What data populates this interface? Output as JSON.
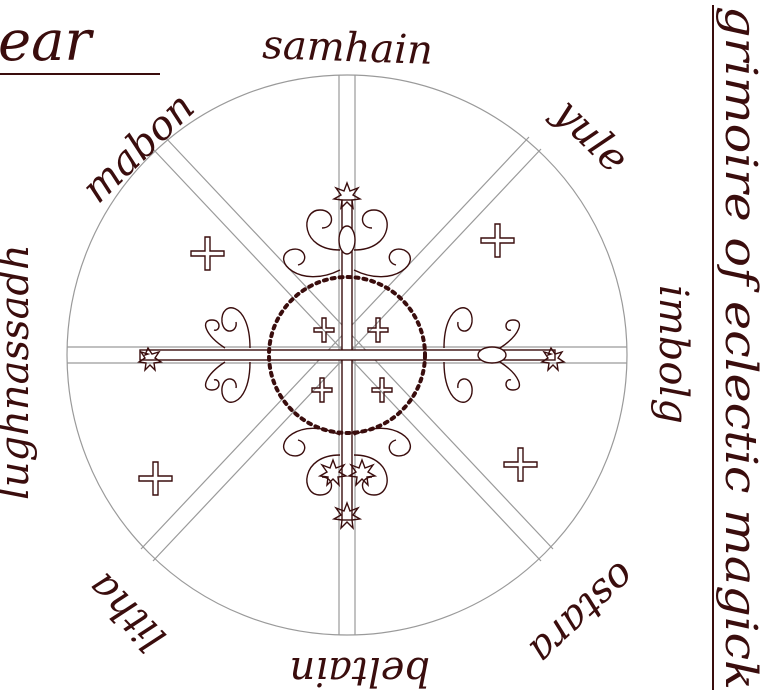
{
  "header_fragment": "ear",
  "side_title": "grimoire of eclectic magick",
  "sabbats": {
    "samhain": "samhain",
    "yule": "yule",
    "imbolg": "imbolg",
    "ostara": "ostara",
    "beltain": "beltain",
    "litha": "litha",
    "lughnassadh": "lughnassadh",
    "mabon": "mabon"
  },
  "colors": {
    "ink": "#3a0d0d",
    "wheel": "#9a9a9a"
  }
}
